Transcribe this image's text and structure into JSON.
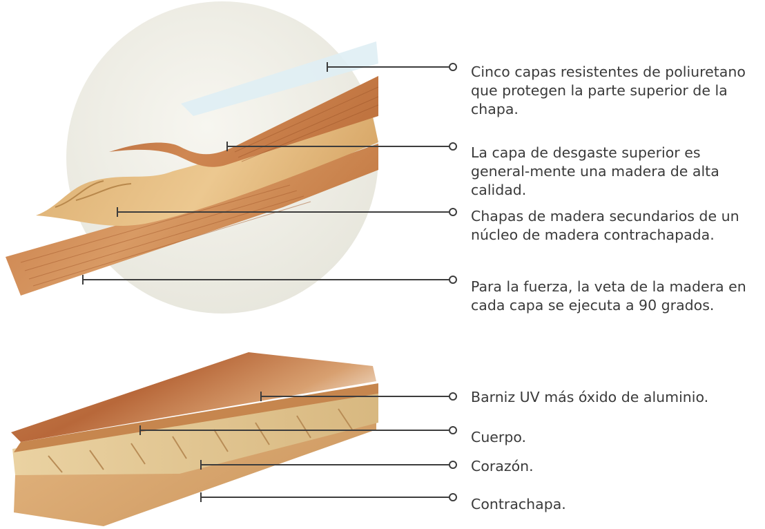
{
  "top_diagram": {
    "labels": [
      "Cinco capas resistentes de poliuretano que protegen la parte superior de la chapa.",
      "La capa de desgaste superior es general-mente una madera de alta calidad.",
      "Chapas de madera secundarios de un núcleo de madera contrachapada.",
      "Para la fuerza, la veta de la madera en cada capa se ejecuta a 90 grados."
    ]
  },
  "bottom_diagram": {
    "labels": [
      "Barniz UV más óxido de aluminio.",
      "Cuerpo.",
      "Corazón.",
      "Contrachapa."
    ]
  },
  "colors": {
    "leader_line": "#3c3c3c",
    "text": "#3a3a3a",
    "wood_top": "#c8834e",
    "wood_core": "#e2b878",
    "circle_bg": "#efeee6"
  }
}
